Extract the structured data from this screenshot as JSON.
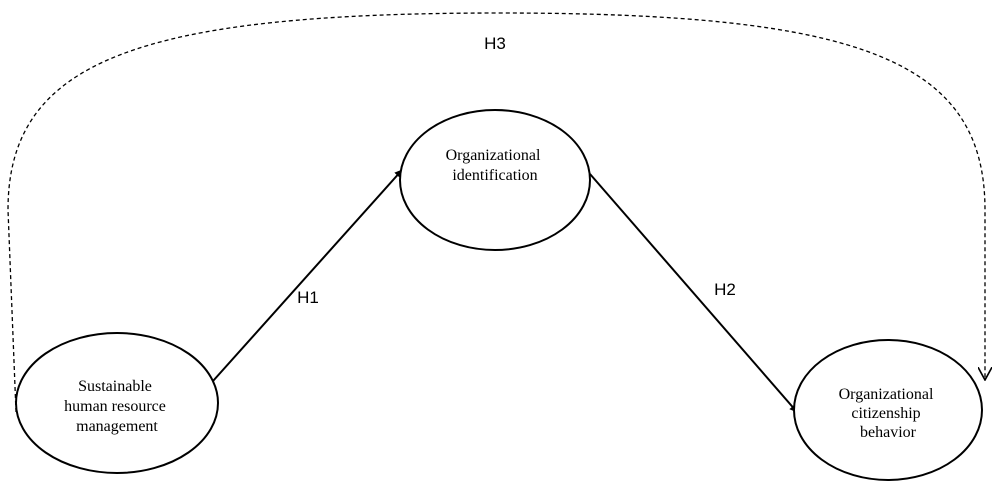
{
  "nodes": {
    "shrm": {
      "lines": [
        "Sustainable",
        "human resource",
        "management"
      ]
    },
    "oi": {
      "lines": [
        "Organizational",
        "identification"
      ]
    },
    "ocb": {
      "lines": [
        "Organizational",
        "citizenship",
        "behavior"
      ]
    }
  },
  "paths": {
    "h1": {
      "label": "H1"
    },
    "h2": {
      "label": "H2"
    },
    "h3": {
      "label": "H3"
    }
  }
}
